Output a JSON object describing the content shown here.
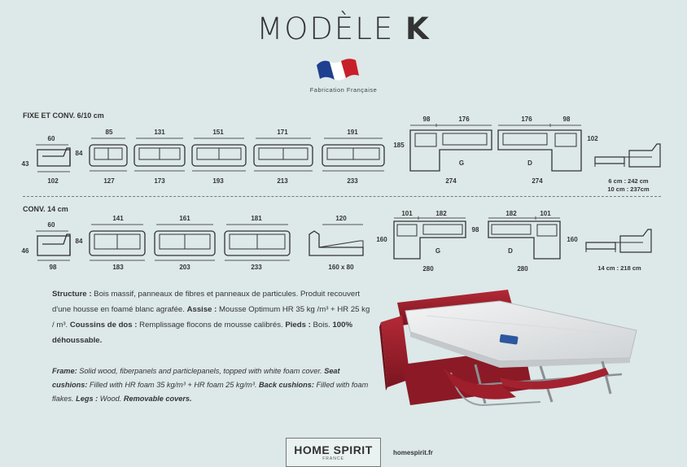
{
  "header": {
    "title_light": "MODÈLE",
    "title_bold": "K",
    "fabrication": "Fabrication Française"
  },
  "section1": {
    "title": "FIXE ET CONV. 6/10 cm",
    "side": {
      "top": "60",
      "left": "43",
      "right": "84",
      "bottom": "102"
    },
    "sofas": [
      {
        "top": "85",
        "bottom": "127"
      },
      {
        "top": "131",
        "bottom": "173"
      },
      {
        "top": "151",
        "bottom": "193"
      },
      {
        "top": "171",
        "bottom": "213"
      },
      {
        "top": "191",
        "bottom": "233"
      }
    ],
    "corner_g": {
      "top1": "98",
      "top2": "176",
      "left": "185",
      "letter": "G",
      "bottom": "274"
    },
    "corner_d": {
      "top1": "176",
      "top2": "98",
      "right": "102",
      "letter": "D",
      "bottom": "274"
    },
    "bed": {
      "line1": "6 cm : 242 cm",
      "line2": "10 cm : 237cm"
    }
  },
  "section2": {
    "title": "CONV. 14 cm",
    "side": {
      "top": "60",
      "left": "46",
      "right": "84",
      "bottom": "98"
    },
    "sofas": [
      {
        "top": "141",
        "bottom": "183"
      },
      {
        "top": "161",
        "bottom": "203"
      },
      {
        "top": "181",
        "bottom": "233"
      }
    ],
    "meridienne": {
      "top": "120",
      "bottom": "160 x 80"
    },
    "corner_g": {
      "top1": "101",
      "top2": "182",
      "left": "160",
      "right": "98",
      "letter": "G",
      "bottom": "280"
    },
    "corner_d": {
      "top1": "182",
      "top2": "101",
      "right": "160",
      "letter": "D",
      "bottom": "280"
    },
    "bed": {
      "line1": "14 cm : 218 cm"
    }
  },
  "description_fr": {
    "structure_label": "Structure :",
    "structure_text": " Bois massif, panneaux de fibres et panneaux de particules. Produit recouvert d'une housse en foamé blanc agrafée. ",
    "assise_label": "Assise :",
    "assise_text": " Mousse Optimum HR 35 kg /m³ + HR 25 kg / m³. ",
    "coussins_label": "Coussins de dos :",
    "coussins_text": " Remplissage flocons de mousse calibrés. ",
    "pieds_label": "Pieds :",
    "pieds_text": " Bois. ",
    "housse": "100% déhoussable."
  },
  "description_en": {
    "frame_label": "Frame:",
    "frame_text": " Solid wood, fiberpanels and particlepanels, topped with white foam cover. ",
    "seat_label": "Seat cushions:",
    "seat_text": " Filled with HR foam 35 kg/m³ + HR foam 25 kg/m³. ",
    "back_label": "Back cushions:",
    "back_text": " Filled with foam flakes. ",
    "legs_label": "Legs :",
    "legs_text": " Wood. ",
    "covers": "Removable covers."
  },
  "footer": {
    "brand": "HOME SPIRIT",
    "brand_sub": "FRANCE",
    "url": "homespirit.fr"
  },
  "colors": {
    "background": "#dde8e8",
    "sofa_red": "#a3222f",
    "flag_blue": "#1f3f8f",
    "flag_red": "#c8202a"
  }
}
